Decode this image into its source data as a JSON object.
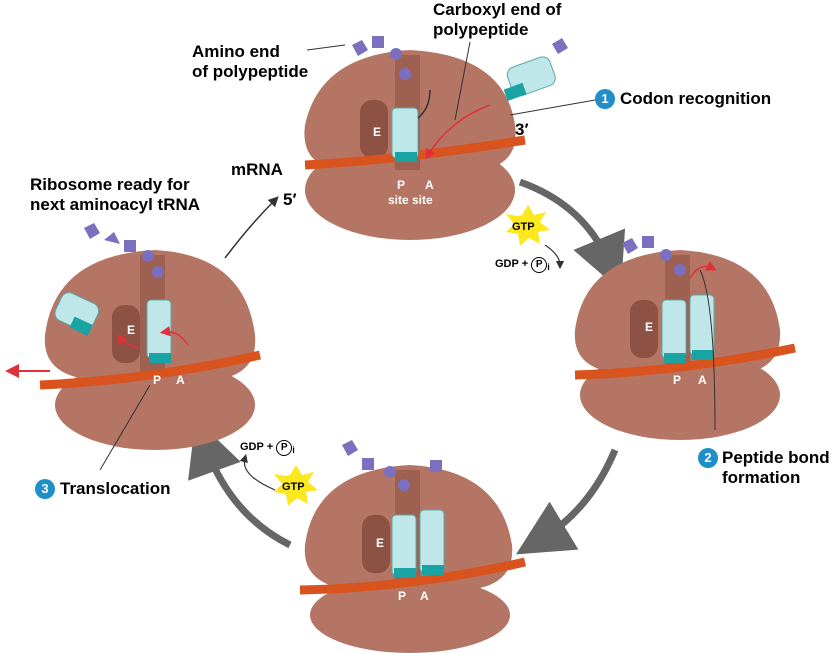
{
  "labels": {
    "carboxyl_end": "Carboxyl end of\npolypeptide",
    "amino_end": "Amino end\nof polypeptide",
    "mrna": "mRNA",
    "five_prime": "5′",
    "three_prime": "3′",
    "ribosome_ready": "Ribosome ready for\nnext aminoacyl tRNA",
    "site_site": "site site"
  },
  "sites": {
    "E": "E",
    "P": "P",
    "A": "A"
  },
  "steps": [
    {
      "number": "1",
      "label": "Codon recognition"
    },
    {
      "number": "2",
      "label": "Peptide bond\nformation"
    },
    {
      "number": "3",
      "label": "Translocation"
    }
  ],
  "energy": {
    "gtp": "GTP",
    "gdp": "GDP +",
    "pi": "P",
    "pi_sub": "i"
  },
  "colors": {
    "ribosome": "#b57564",
    "ribosome_dark": "#8e5244",
    "mrna": "#d9531e",
    "trna": "#bfe6e8",
    "trna_anticodon": "#1aa3a3",
    "amino_acid": "#7b6fbf",
    "arrow": "#666666",
    "step_badge": "#1f8fc9"
  }
}
